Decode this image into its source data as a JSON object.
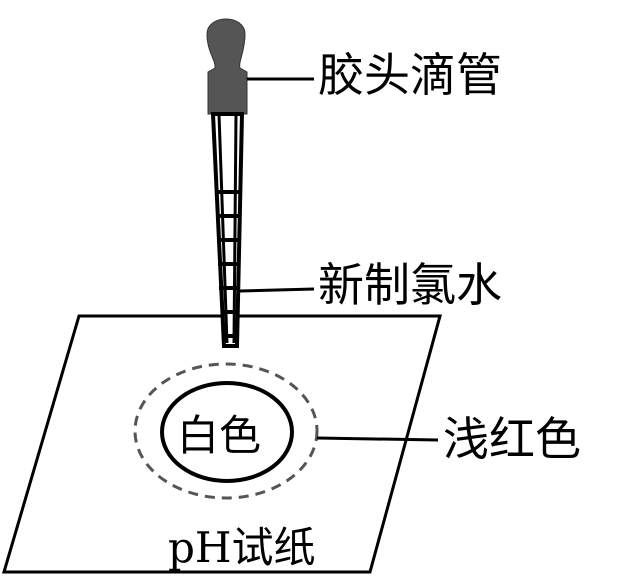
{
  "labels": {
    "dropper": "胶头滴管",
    "chlorine_water": "新制氯水",
    "light_red": "浅红色",
    "white": "白色",
    "ph_paper": "pH试纸"
  },
  "colors": {
    "ink": "#000000",
    "bulb": "#555555",
    "dashed_ring": "#555555",
    "background": "#ffffff"
  }
}
